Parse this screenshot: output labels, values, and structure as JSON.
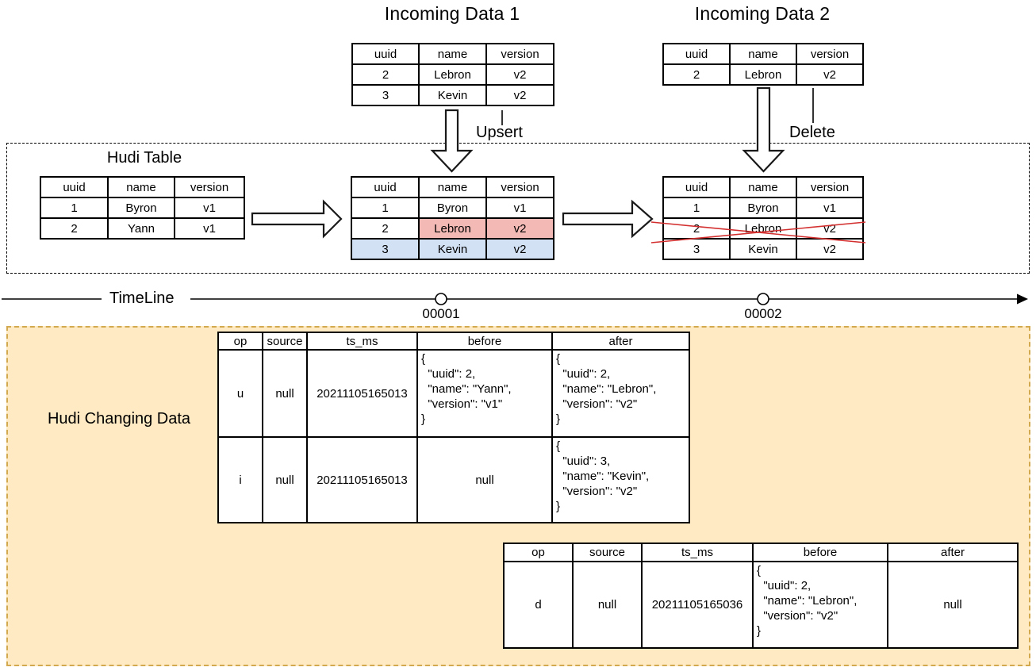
{
  "incoming1": {
    "title": "Incoming Data 1",
    "headers": [
      "uuid",
      "name",
      "version"
    ],
    "rows": [
      [
        "2",
        "Lebron",
        "v2"
      ],
      [
        "3",
        "Kevin",
        "v2"
      ]
    ]
  },
  "incoming2": {
    "title": "Incoming Data 2",
    "headers": [
      "uuid",
      "name",
      "version"
    ],
    "rows": [
      [
        "2",
        "Lebron",
        "v2"
      ]
    ]
  },
  "operations": {
    "upsert": "Upsert",
    "delete": "Delete"
  },
  "hudi_table": {
    "title": "Hudi Table",
    "headers": [
      "uuid",
      "name",
      "version"
    ],
    "initial_rows": [
      [
        "1",
        "Byron",
        "v1"
      ],
      [
        "2",
        "Yann",
        "v1"
      ]
    ],
    "after_upsert_rows": [
      [
        "1",
        "Byron",
        "v1"
      ],
      [
        "2",
        "Lebron",
        "v2"
      ],
      [
        "3",
        "Kevin",
        "v2"
      ]
    ],
    "after_delete_rows": [
      [
        "1",
        "Byron",
        "v1"
      ],
      [
        "2",
        "Lebron",
        "v2"
      ],
      [
        "3",
        "Kevin",
        "v2"
      ]
    ]
  },
  "timeline": {
    "label": "TimeLine",
    "commits": [
      "00001",
      "00002"
    ]
  },
  "changing_data": {
    "label": "Hudi Changing Data",
    "headers": [
      "op",
      "source",
      "ts_ms",
      "before",
      "after"
    ],
    "commit1_rows": [
      {
        "op": "u",
        "source": "null",
        "ts_ms": "20211105165013",
        "before": "{\n  \"uuid\": 2,\n  \"name\": \"Yann\",\n  \"version\": \"v1\"\n}",
        "after": "{\n  \"uuid\": 2,\n  \"name\": \"Lebron\",\n  \"version\": \"v2\"\n}"
      },
      {
        "op": "i",
        "source": "null",
        "ts_ms": "20211105165013",
        "before": "null",
        "after": "{\n  \"uuid\": 3,\n  \"name\": \"Kevin\",\n  \"version\": \"v2\"\n}"
      }
    ],
    "commit2_rows": [
      {
        "op": "d",
        "source": "null",
        "ts_ms": "20211105165036",
        "before": "{\n  \"uuid\": 2,\n  \"name\": \"Lebron\",\n  \"version\": \"v2\"\n}",
        "after": "null"
      }
    ]
  },
  "colors": {
    "updated_cell_fill": "#f3b9b5",
    "updated_cell_border": "#b85450",
    "inserted_row_fill": "#d3e1f5",
    "inserted_row_border": "#6c8ebf",
    "deleted_cross": "#d32f2f",
    "changing_box_fill": "#ffeac3",
    "changing_box_border": "#d2a94e"
  }
}
